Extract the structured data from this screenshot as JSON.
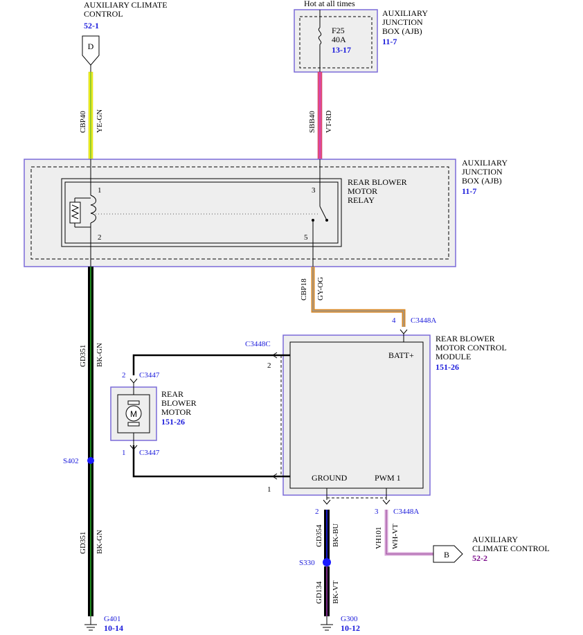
{
  "diagram": {
    "top_left": {
      "title_line1": "AUXILIARY CLIMATE",
      "title_line2": "CONTROL",
      "ref": "52-1",
      "connector_letter": "D"
    },
    "top_right": {
      "hot_label": "Hot at all times",
      "fuse_name": "F25",
      "fuse_rating": "40A",
      "fuse_ref": "13-17",
      "box_line1": "AUXILIARY",
      "box_line2": "JUNCTION",
      "box_line3": "BOX (AJB)",
      "box_ref": "11-7"
    },
    "wires": {
      "cbp40_circuit": "CBP40",
      "cbp40_color": "YE-GN",
      "sbb40_circuit": "SBB40",
      "sbb40_color": "VT-RD",
      "cbp18_circuit": "CBP18",
      "cbp18_color": "GY-OG",
      "gd351_circuit": "GD351",
      "gd351_color": "BK-GN",
      "gd351b_circuit": "GD351",
      "gd351b_color": "BK-GN",
      "gd354_circuit": "GD354",
      "gd354_color": "BK-BU",
      "gd134_circuit": "GD134",
      "gd134_color": "BK-VT",
      "vh101_circuit": "VH101",
      "vh101_color": "WH-VT"
    },
    "ajb_main": {
      "line1": "AUXILIARY",
      "line2": "JUNCTION",
      "line3": "BOX (AJB)",
      "ref": "11-7",
      "relay_line1": "REAR BLOWER",
      "relay_line2": "MOTOR",
      "relay_line3": "RELAY",
      "pin1": "1",
      "pin2": "2",
      "pin3": "3",
      "pin5": "5"
    },
    "module": {
      "line1": "REAR BLOWER",
      "line2": "MOTOR CONTROL",
      "line3": "MODULE",
      "ref": "151-26",
      "batt": "BATT+",
      "ground": "GROUND",
      "pwm": "PWM 1",
      "conn_a_pin4": "4",
      "conn_a": "C3448A",
      "conn_c": "C3448C",
      "conn_c_pin2": "2",
      "conn_c_pin1": "1",
      "conn_a_pin2": "2",
      "conn_a_pin3": "3",
      "conn_a_b": "C3448A"
    },
    "motor": {
      "line1": "REAR",
      "line2": "BLOWER",
      "line3": "MOTOR",
      "ref": "151-26",
      "symbol": "M",
      "pin2": "2",
      "conn_top": "C3447",
      "pin1": "1",
      "conn_bottom": "C3447"
    },
    "splices": {
      "s402": "S402",
      "s330": "S330"
    },
    "grounds": {
      "g401": "G401",
      "g401_ref": "10-14",
      "g300": "G300",
      "g300_ref": "10-12"
    },
    "bottom_right": {
      "line1": "AUXILIARY",
      "line2": "CLIMATE CONTROL",
      "ref": "52-2",
      "connector_letter": "B"
    }
  },
  "colors": {
    "ref_blue": "#1a1adb",
    "ref_purple": "#7a0a8a",
    "box_outline": "#7a6ad8",
    "box_fill": "#eeeeee",
    "wire_ye_gn_yellow": "#f0f020",
    "wire_ye_gn_green": "#3aa23a",
    "wire_vt_rd_violet": "#c83cc8",
    "wire_vt_rd_red": "#e8507a",
    "wire_gy_og_gray": "#9a9a9a",
    "wire_gy_og_orange": "#d88a28",
    "wire_bk_gn": "#1e6e1e",
    "wire_bk_bu": "#1a1ac8",
    "wire_bk_vt": "#7a2a8a",
    "wire_wh_vt": "#d8a8d8",
    "splice_dot": "#1a1aff"
  }
}
